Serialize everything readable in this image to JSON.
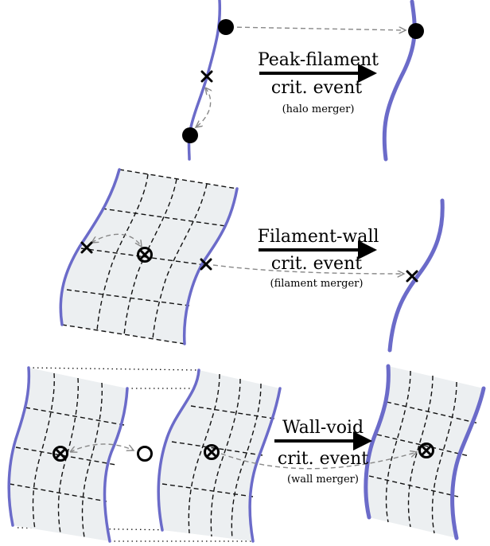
{
  "colors": {
    "filament": "#6b6bc9",
    "wall_fill": "#eceff1",
    "arrow_gray": "#888888",
    "ink": "#000000"
  },
  "events": [
    {
      "title": "Peak-filament",
      "subtitle": "crit. event",
      "note": "(halo merger)"
    },
    {
      "title": "Filament-wall",
      "subtitle": "crit. event",
      "note": "(filament merger)"
    },
    {
      "title": "Wall-void",
      "subtitle": "crit. event",
      "note": "(wall merger)"
    }
  ],
  "symbols": {
    "peak": "filled-circle-marker",
    "saddle": "cross-marker",
    "void_min": "open-circle-marker",
    "wall_saddle": "circled-cross-marker"
  }
}
